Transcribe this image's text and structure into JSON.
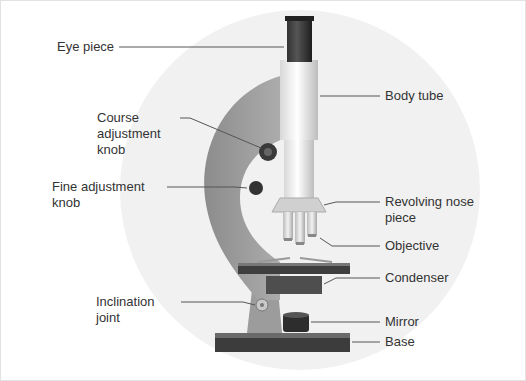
{
  "diagram": {
    "labels": [
      "Eye piece",
      "Course adjustment knob",
      "Fine adjustment knob",
      "Inclination joint",
      "Body tube",
      "Revolving nose piece",
      "Objective",
      "Condenser",
      "Mirror",
      "Base"
    ]
  }
}
